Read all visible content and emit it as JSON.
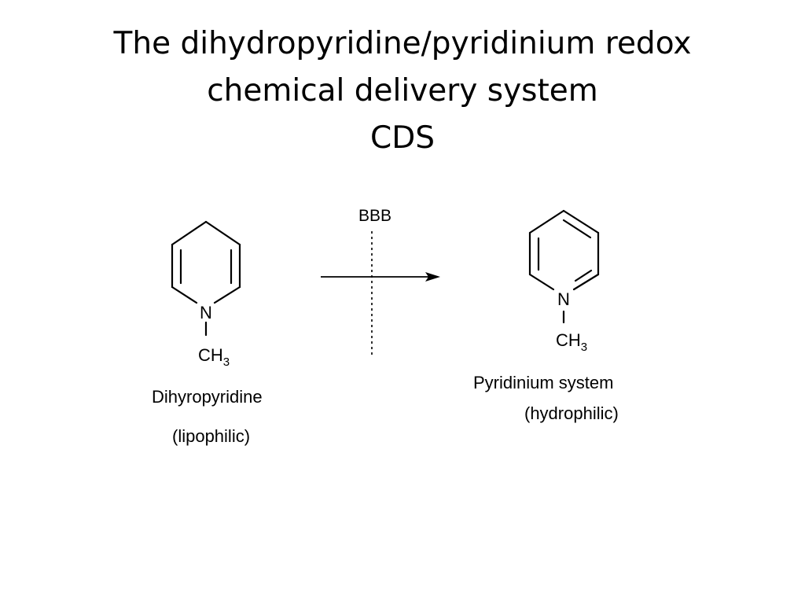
{
  "slide": {
    "title_lines": [
      "The dihydropyridine/pyridinium redox",
      "chemical delivery system",
      "CDS"
    ]
  },
  "scheme": {
    "barrier_label": "BBB",
    "left": {
      "nitrogen": "N",
      "methyl_main": "CH",
      "methyl_sub": "3",
      "name": "Dihyropyridine",
      "property": "(lipophilic)"
    },
    "right": {
      "nitrogen": "N",
      "methyl_main": "CH",
      "methyl_sub": "3",
      "name": "Pyridinium system",
      "property": "(hydrophilic)"
    }
  },
  "colors": {
    "ink": "#000000",
    "background": "#ffffff"
  }
}
